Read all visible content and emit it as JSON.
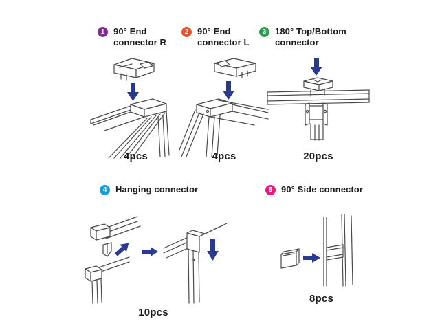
{
  "colors": {
    "arrow": "#2B3990",
    "line": "#4a4a4a",
    "text": "#1c1c1c"
  },
  "panels": [
    {
      "badge": "1",
      "badge_color": "#7B2D8E",
      "label_line1": "90° End",
      "label_line2": "connector R",
      "count": "4pcs"
    },
    {
      "badge": "2",
      "badge_color": "#E6532C",
      "label_line1": "90° End",
      "label_line2": "connector L",
      "count": "4pcs"
    },
    {
      "badge": "3",
      "badge_color": "#2BA04C",
      "label_line1": "180° Top/Bottom",
      "label_line2": "connector",
      "count": "20pcs"
    },
    {
      "badge": "4",
      "badge_color": "#1D9BD8",
      "label_line1": "Hanging connector",
      "label_line2": "",
      "count": "10pcs"
    },
    {
      "badge": "5",
      "badge_color": "#E6197D",
      "label_line1": "90° Side connector",
      "label_line2": "",
      "count": "8pcs"
    }
  ]
}
